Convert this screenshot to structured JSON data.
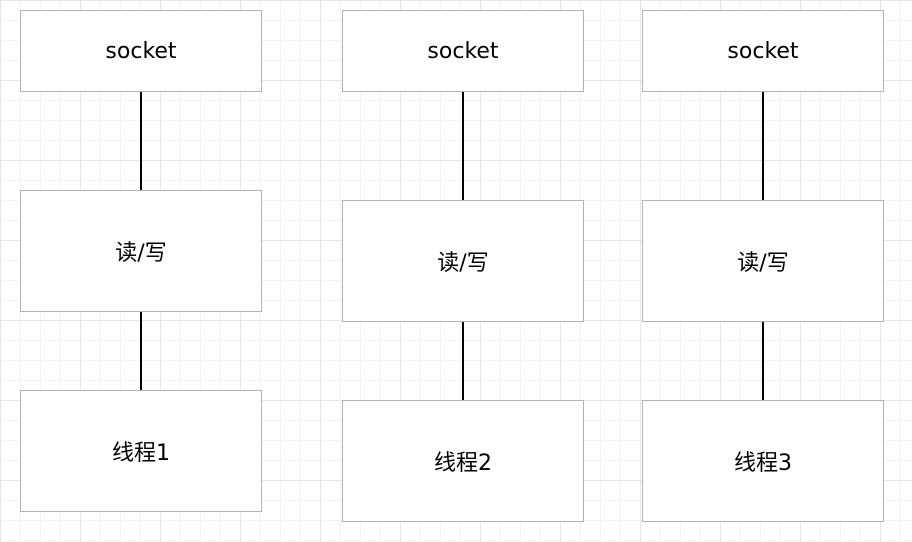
{
  "diagram": {
    "columns": [
      {
        "socket": "socket",
        "action": "读/写",
        "thread": "线程1"
      },
      {
        "socket": "socket",
        "action": "读/写",
        "thread": "线程2"
      },
      {
        "socket": "socket",
        "action": "读/写",
        "thread": "线程3"
      }
    ]
  }
}
